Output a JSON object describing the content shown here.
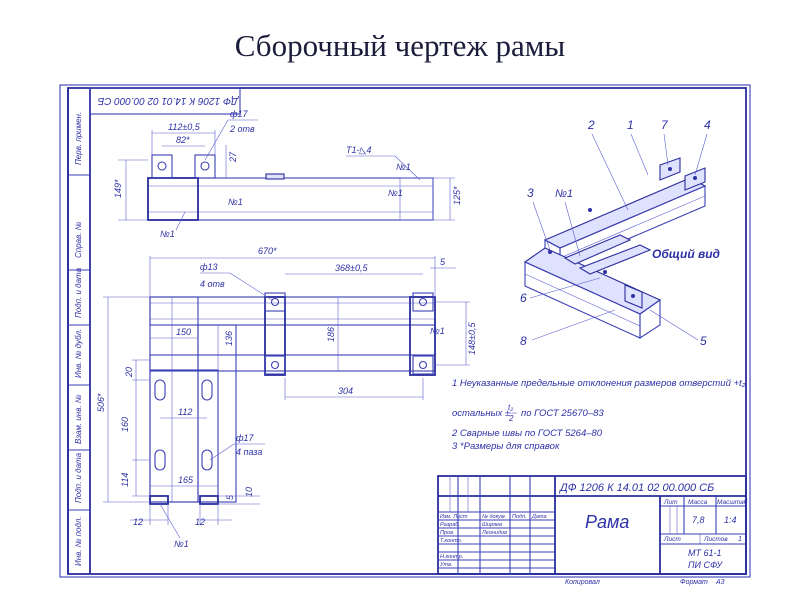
{
  "title": "Сборочный чертеж рамы",
  "stamp_rotated": "ДФ 1206 К 14.01 02 00.000 СБ",
  "side_column": [
    "Перв. примен.",
    "Справ. №",
    "Подп. и дата",
    "Инв. № дубл.",
    "Взам. инв. №",
    "Подп. и дата",
    "Инв. № подл."
  ],
  "top_view": {
    "dim_phi17": "ф17",
    "dim_2otv": "2 отв",
    "dim_112": "112±0,5",
    "dim_82": "82*",
    "dim_27": "27",
    "dim_149": "149*",
    "dim_125": "125*",
    "weld": "Т1-◺4",
    "n1_a": "№1",
    "n1_b": "№1",
    "n1_c": "№1",
    "n1_d": "№1"
  },
  "plan_view": {
    "dim_670": "670*",
    "dim_368": "368±0,5",
    "dim_5": "5",
    "dim_phi13": "ф13",
    "dim_4otv": "4 отв",
    "dim_150": "150",
    "dim_136": "136",
    "dim_186": "186",
    "dim_148": "148±0,5",
    "dim_304": "304",
    "dim_506": "506*",
    "dim_20": "20",
    "dim_160": "160",
    "dim_112": "112",
    "dim_114": "114",
    "dim_165": "165",
    "dim_phi17": "ф17",
    "dim_4paza": "4 паза",
    "dim_5b": "5",
    "dim_10": "10",
    "dim_12a": "12",
    "dim_12b": "12",
    "n1_a": "№1",
    "n1_b": "№1"
  },
  "iso_view": {
    "label": "Общий вид",
    "callouts": [
      "2",
      "1",
      "7",
      "4",
      "3",
      "№1",
      "6",
      "8",
      "5"
    ]
  },
  "notes": {
    "n1": "1 Неуказанные предельные отклонения размеров отверстий +t₂,",
    "n1b_pre": "остальных ±",
    "n1b_frac_top": "t₂",
    "n1b_frac_bot": "2",
    "n1b_post": "по ГОСТ 25670–83",
    "n2": "2 Сварные швы по ГОСТ 5264–80",
    "n3": "3 *Размеры для справок"
  },
  "title_block": {
    "code": "ДФ 1206 К 14.01 02 00.000 СБ",
    "name": "Рама",
    "col_lit": "Лит",
    "col_mass": "Масса",
    "col_scale": "Масштаб",
    "mass": "7,8",
    "scale": "1:4",
    "sheet": "Лист",
    "sheets": "Листов",
    "sheets_count": "1",
    "org_1": "МТ 61-1",
    "org_2": "ПИ СФУ",
    "rows": [
      "Изм. Лист",
      "Разраб.",
      "Пров.",
      "Т.контр.",
      "Н.контр.",
      "Утв."
    ],
    "row_names": [
      "№ докум.",
      "Ширяев",
      "Леонидов"
    ],
    "hdr_sign": "Подп.",
    "hdr_date": "Дата",
    "copy": "Копировал",
    "format": "Формат",
    "format_val": "А3"
  }
}
